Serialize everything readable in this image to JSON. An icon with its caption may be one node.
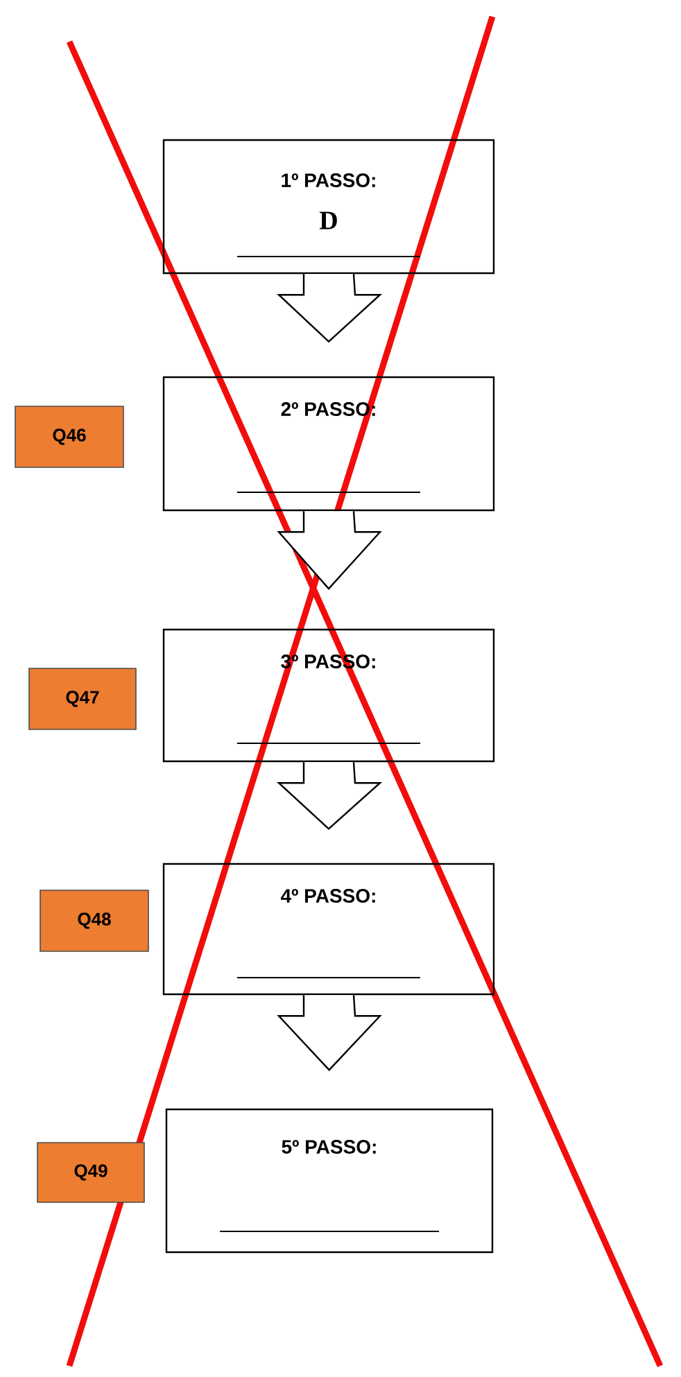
{
  "diagram": {
    "nodes": [
      {
        "text": [
          "1º PASSO:",
          "D"
        ]
      },
      {
        "text": [
          "Q46"
        ]
      },
      {
        "text": [
          "2º PASSO:"
        ]
      },
      {
        "text": [
          "Q47"
        ]
      },
      {
        "text": [
          "3º PASSO:"
        ]
      },
      {
        "text": [
          "Q48"
        ]
      },
      {
        "text": [
          "4º PASSO:"
        ]
      },
      {
        "text": [
          "Q49"
        ]
      },
      {
        "text": [
          "5º PASSO:"
        ]
      }
    ],
    "edges": [
      {
        "from": 0,
        "to": 2,
        "arrow": "to"
      },
      {
        "from": 2,
        "to": 4,
        "arrow": "to"
      },
      {
        "from": 4,
        "to": 6,
        "arrow": "to"
      },
      {
        "from": 6,
        "to": 8,
        "arrow": "to"
      }
    ]
  }
}
